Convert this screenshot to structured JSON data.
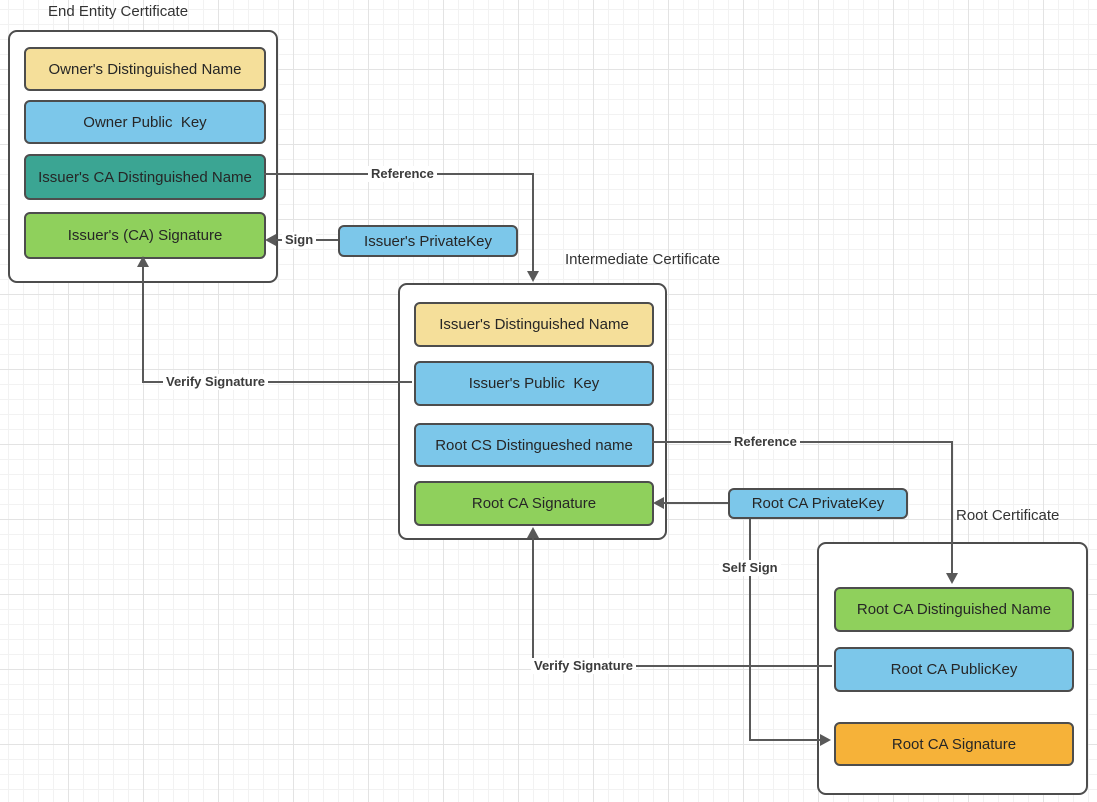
{
  "palette": {
    "yellow": "#f5df9a",
    "blue": "#7cc7ea",
    "teal": "#3ba593",
    "green": "#8fd05c",
    "orange": "#f6b239",
    "box_border": "#4d4d4d",
    "connector": "#595959"
  },
  "certificates": [
    {
      "title": "End Entity Certificate",
      "fields": [
        {
          "label": "Owner's Distinguished Name",
          "color": "yellow"
        },
        {
          "label": "Owner Public  Key",
          "color": "blue"
        },
        {
          "label": "Issuer's CA Distinguished Name",
          "color": "teal"
        },
        {
          "label": "Issuer's (CA) Signature",
          "color": "green"
        }
      ]
    },
    {
      "title": "Intermediate Certificate",
      "fields": [
        {
          "label": "Issuer's Distinguished Name",
          "color": "yellow"
        },
        {
          "label": "Issuer's Public  Key",
          "color": "blue"
        },
        {
          "label": "Root CS Distingueshed name",
          "color": "blue"
        },
        {
          "label": "Root CA Signature",
          "color": "green"
        }
      ]
    },
    {
      "title": "Root Certificate",
      "fields": [
        {
          "label": "Root CA Distinguished Name",
          "color": "green"
        },
        {
          "label": "Root CA PublicKey",
          "color": "blue"
        },
        {
          "label": "Root CA Signature",
          "color": "orange"
        }
      ]
    }
  ],
  "key_boxes": [
    {
      "label": "Issuer's PrivateKey",
      "color": "blue"
    },
    {
      "label": "Root CA PrivateKey",
      "color": "blue"
    }
  ],
  "connectors": [
    {
      "id": "reference-top",
      "label": "Reference",
      "from": "Issuer's CA Distinguished Name",
      "to": "Intermediate Certificate"
    },
    {
      "id": "sign",
      "label": "Sign",
      "from": "Issuer's PrivateKey",
      "to": "Issuer's (CA) Signature"
    },
    {
      "id": "verify-signature-left",
      "label": "Verify Signature",
      "from": "Issuer's Public  Key",
      "to": "Issuer's (CA) Signature"
    },
    {
      "id": "reference-bottom",
      "label": "Reference",
      "from": "Root CS Distingueshed name",
      "to": "Root CA Distinguished Name"
    },
    {
      "id": "root-key-sign",
      "label": "",
      "from": "Root CA PrivateKey",
      "to": "Root CA Signature (intermediate)"
    },
    {
      "id": "self-sign",
      "label": "Self Sign",
      "from": "Root CA PrivateKey",
      "to": "Root CA Signature (root)"
    },
    {
      "id": "verify-signature-bottom",
      "label": "Verify Signature",
      "from": "Root CA PublicKey",
      "to": "Root CA Signature (intermediate)"
    }
  ]
}
